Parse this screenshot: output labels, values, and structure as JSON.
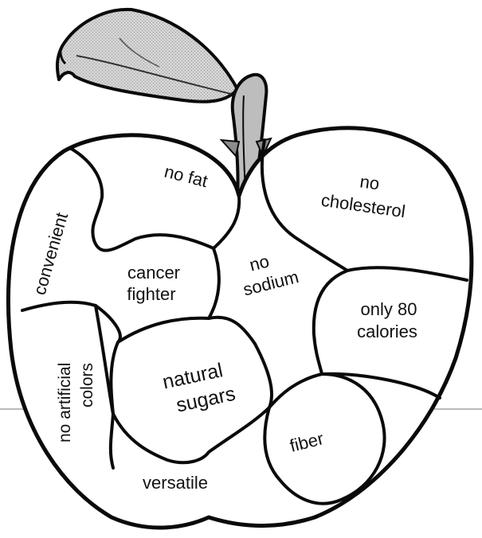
{
  "colors": {
    "outline": "#0a0a0a",
    "leaf_fill": "#c9c9c9",
    "stem_fill": "#bdbdbd",
    "background": "#ffffff",
    "text": "#111111",
    "rule_line": "#777777"
  },
  "icons": {
    "apple": "apple-icon",
    "leaf": "leaf-icon",
    "stem": "stem-icon"
  },
  "regions": {
    "no_fat": "no fat",
    "no_cholesterol": [
      "no",
      "cholesterol"
    ],
    "convenient": "convenient",
    "cancer_fighter": [
      "cancer",
      "fighter"
    ],
    "no_sodium": [
      "no",
      "sodium"
    ],
    "only_80_calories": [
      "only 80",
      "calories"
    ],
    "no_artificial_colors": [
      "no artificial",
      "colors"
    ],
    "natural_sugars": [
      "natural",
      "sugars"
    ],
    "fiber": "fiber",
    "versatile": "versatile"
  }
}
